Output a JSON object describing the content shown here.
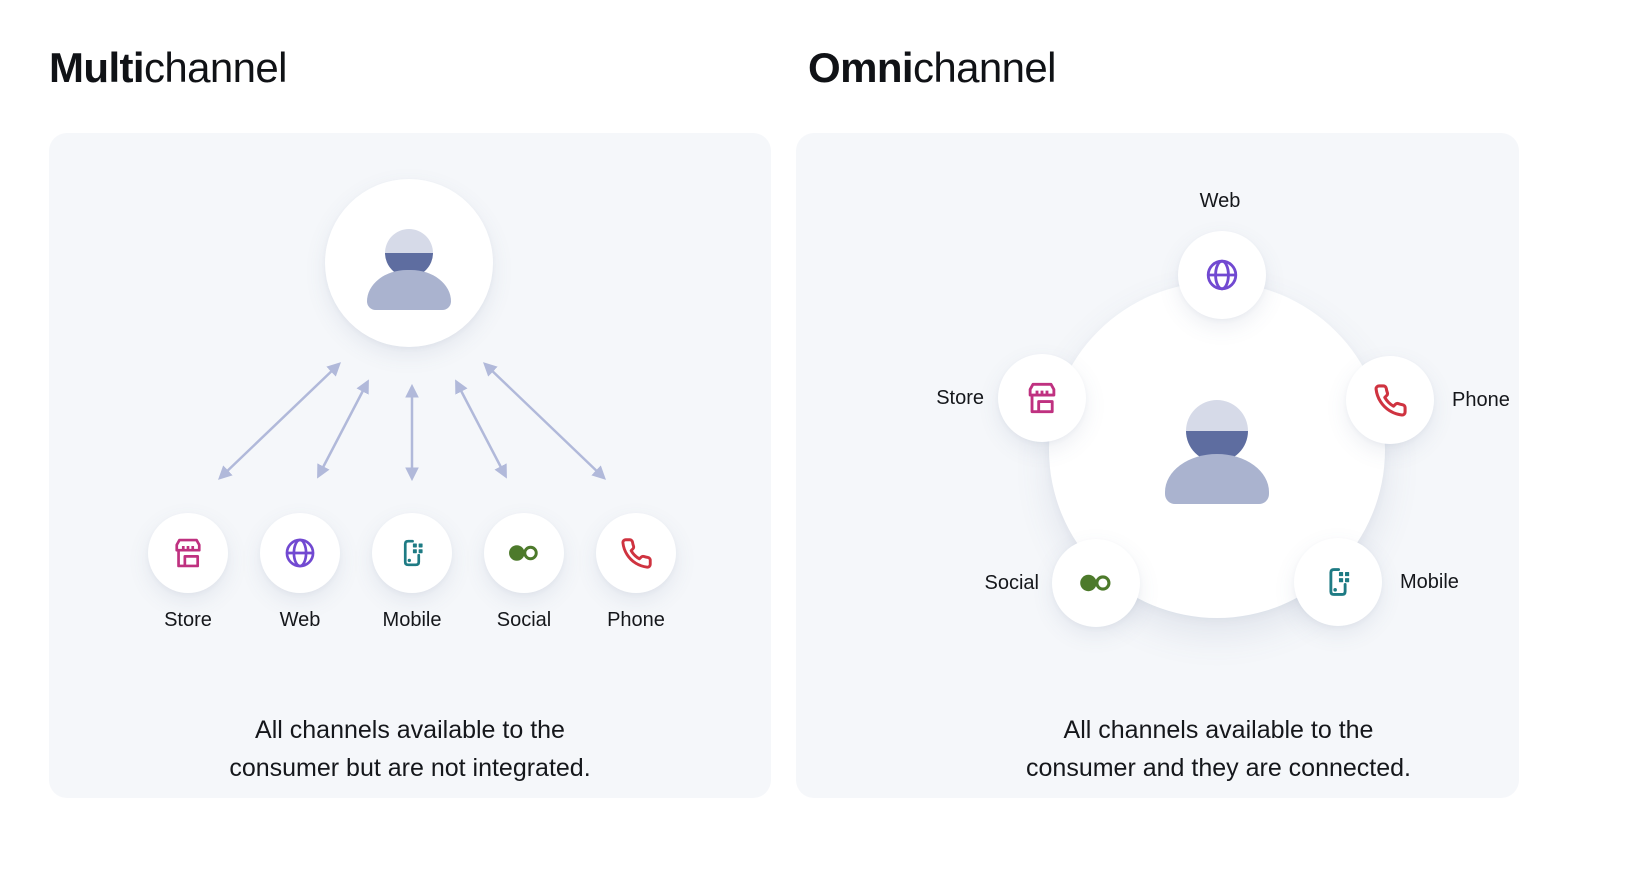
{
  "left": {
    "title": {
      "bold": "Multi",
      "rest": "channel"
    },
    "channels": [
      {
        "name": "store",
        "label": "Store"
      },
      {
        "name": "web",
        "label": "Web"
      },
      {
        "name": "mobile",
        "label": "Mobile"
      },
      {
        "name": "social",
        "label": "Social"
      },
      {
        "name": "phone",
        "label": "Phone"
      }
    ],
    "caption": {
      "line1": "All channels available to the",
      "line2": "consumer but are not integrated."
    }
  },
  "right": {
    "title": {
      "bold": "Omni",
      "rest": "channel"
    },
    "channels": [
      {
        "name": "web",
        "label": "Web"
      },
      {
        "name": "store",
        "label": "Store"
      },
      {
        "name": "phone",
        "label": "Phone"
      },
      {
        "name": "social",
        "label": "Social"
      },
      {
        "name": "mobile",
        "label": "Mobile"
      }
    ],
    "caption": {
      "line1": "All channels available to the",
      "line2": "consumer and they are connected."
    }
  },
  "icons": {
    "consumer": "person-icon",
    "store": "storefront-icon",
    "web": "globe-icon",
    "mobile": "smartphone-icon",
    "social": "two-circles-icon",
    "phone": "phone-handset-icon",
    "arrows": "double-headed-arrow"
  },
  "colors": {
    "page_bg": "#ffffff",
    "card_bg": "#f5f7fa",
    "text": "#15171b",
    "store": "#bf3180",
    "web": "#7149d1",
    "mobile": "#1e7b84",
    "social": "#4d7a2b",
    "phone": "#cf3340",
    "arrow": "#b1b9da",
    "person_head_top": "#d6dae8",
    "person_head_bottom": "#5e6da0",
    "person_body": "#aab3cf"
  }
}
